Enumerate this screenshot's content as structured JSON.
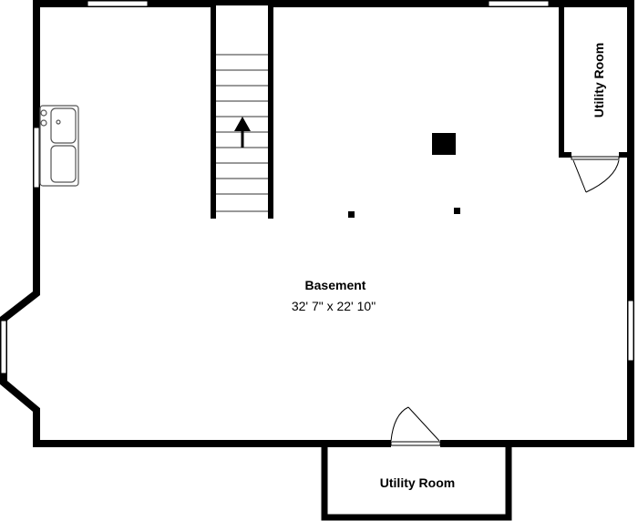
{
  "plan": {
    "rooms": [
      {
        "id": "basement",
        "name": "Basement",
        "dimensions": "32' 7\" x 22' 10\""
      },
      {
        "id": "utility-right",
        "name": "Utility Room"
      },
      {
        "id": "utility-bottom",
        "name": "Utility Room"
      }
    ],
    "colors": {
      "wall": "#000000",
      "background": "#ffffff",
      "window": "#ffffff",
      "fixture_stroke": "#555555"
    },
    "icons": [
      "stair-arrow-icon",
      "sink-icon",
      "door-swing-icon",
      "column-icon"
    ]
  }
}
